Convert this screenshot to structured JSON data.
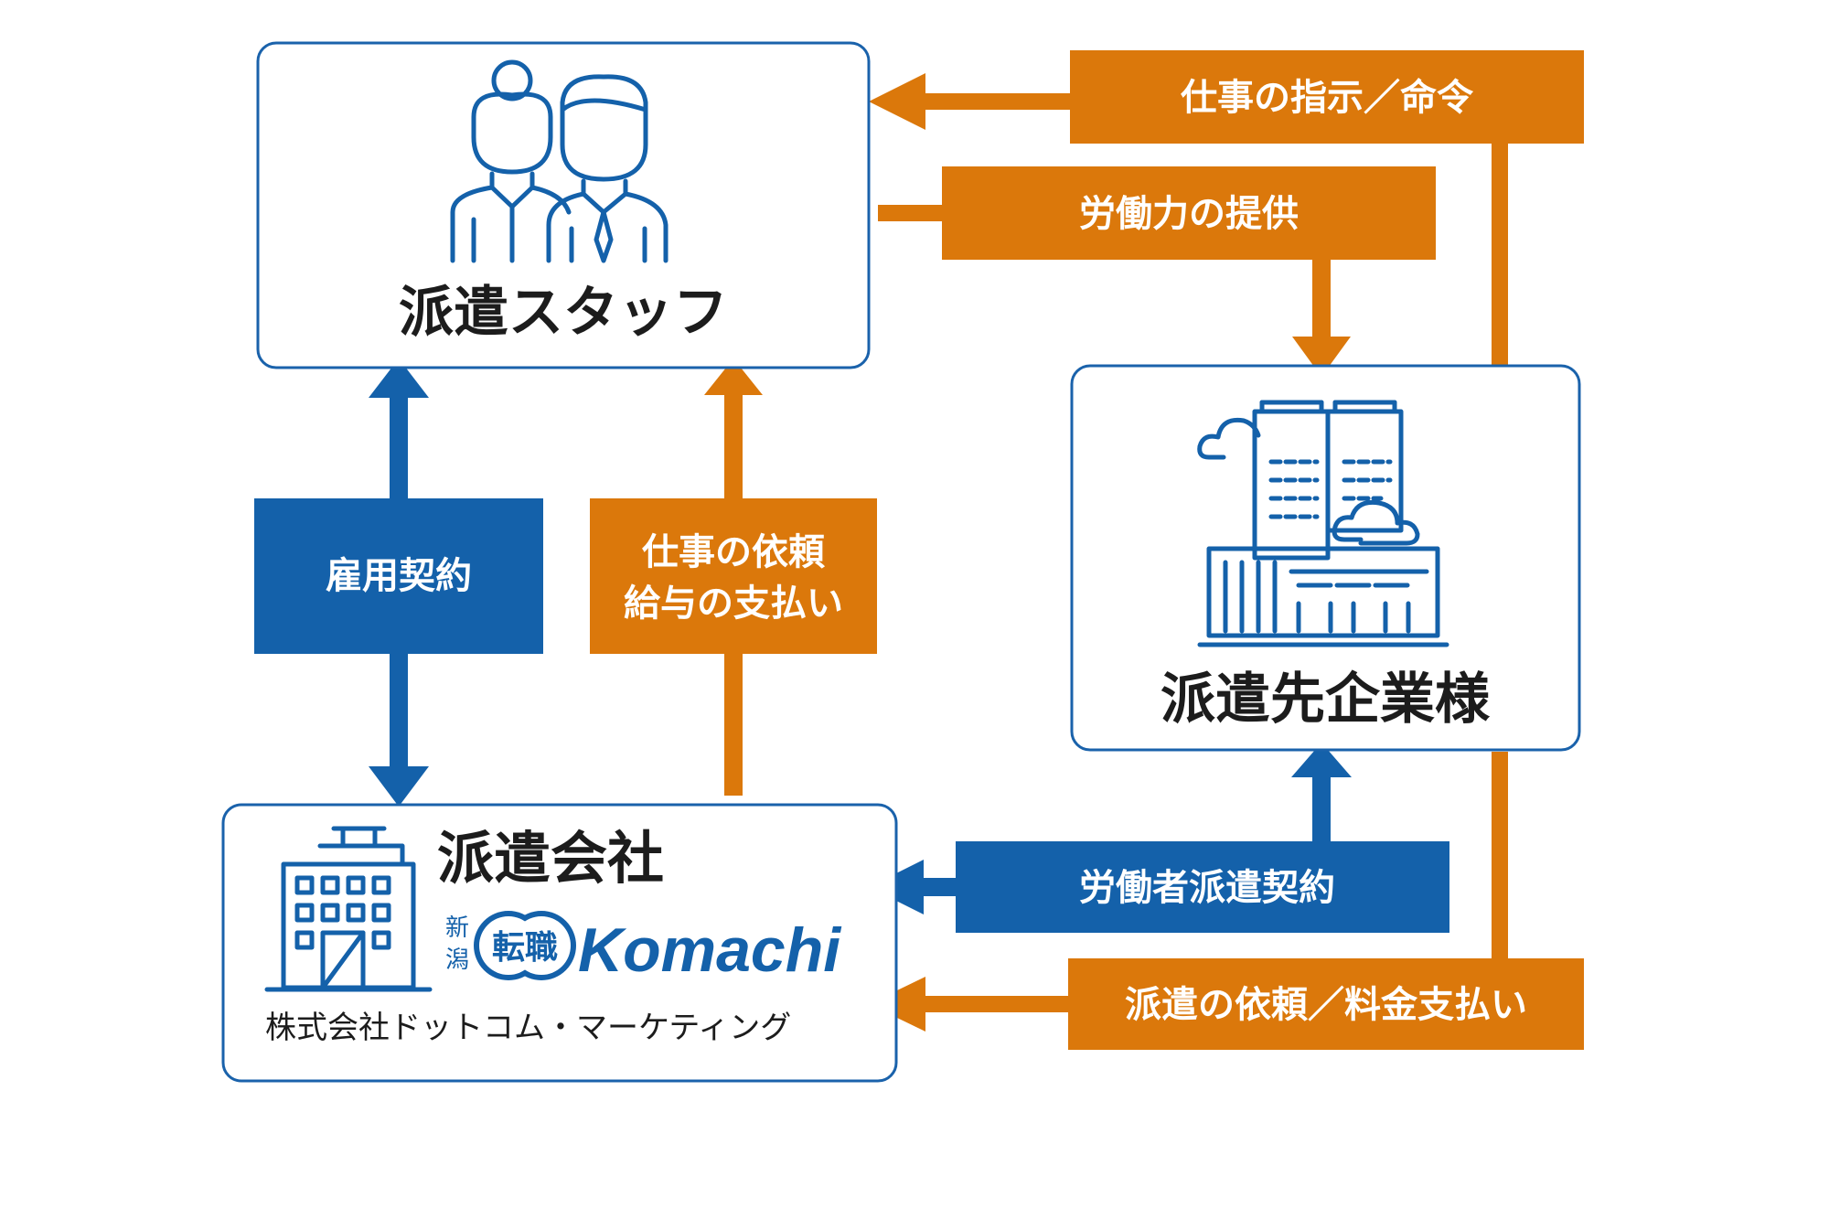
{
  "colors": {
    "blue": "#1461aa",
    "orange": "#db780b",
    "box_border": "#1a62ab",
    "title_text": "#1c1c1c",
    "label_text": "#ffffff"
  },
  "staff": {
    "title": "派遣スタッフ",
    "icon": "staff-people-icon"
  },
  "client": {
    "title": "派遣先企業様",
    "icon": "office-buildings-icon"
  },
  "agency": {
    "title": "派遣会社",
    "logo_prefix_top": "新",
    "logo_prefix_bottom": "潟",
    "logo_badge": "転職",
    "logo_name": "Komachi",
    "company_name": "株式会社ドットコム・マーケティング",
    "icon": "agency-building-icon"
  },
  "relations": {
    "employment_contract": "雇用契約",
    "work_request_line1": "仕事の依頼",
    "work_request_line2": "給与の支払い",
    "work_instruction": "仕事の指示／命令",
    "labor_provision": "労働力の提供",
    "dispatch_contract": "労働者派遣契約",
    "dispatch_request_payment": "派遣の依頼／料金支払い"
  }
}
